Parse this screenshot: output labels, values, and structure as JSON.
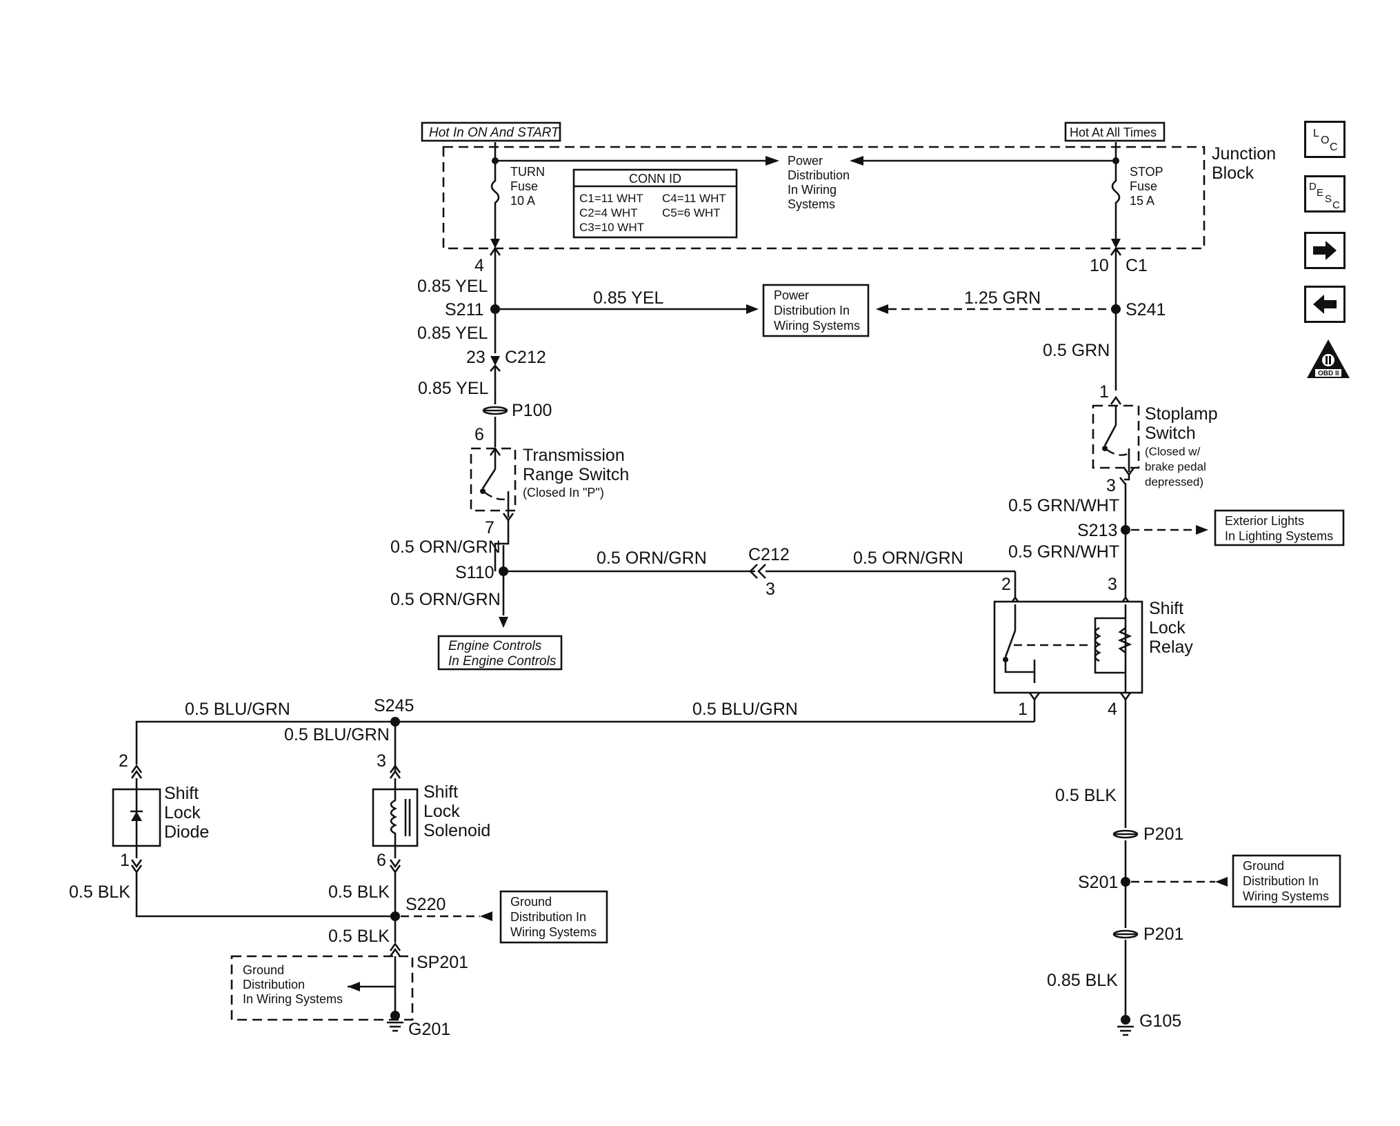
{
  "headers": {
    "hot_on_start": "Hot In ON And START",
    "hot_all_times": "Hot At All Times"
  },
  "junction_block": {
    "label_line1": "Junction",
    "label_line2": "Block",
    "power_dist": [
      "Power",
      "Distribution",
      "In Wiring",
      "Systems"
    ],
    "turn_fuse": [
      "TURN",
      "Fuse",
      "10 A"
    ],
    "stop_fuse": [
      "STOP",
      "Fuse",
      "15 A"
    ],
    "conn_id": {
      "title": "CONN ID",
      "c1": "C1=11 WHT",
      "c4": "C4=11 WHT",
      "c2": "C2=4 WHT",
      "c5": "C5=6 WHT",
      "c3": "C3=10 WHT"
    }
  },
  "left_circuit": {
    "pin4": "4",
    "wire1": "0.85 YEL",
    "splice_s211": "S211",
    "wire2": "0.85 YEL",
    "pin23": "23",
    "conn_c212": "C212",
    "wire3": "0.85 YEL",
    "conn_p100": "P100",
    "pin6": "6",
    "trs": [
      "Transmission",
      "Range Switch",
      "(Closed In \"P\")"
    ],
    "pin7": "7",
    "wire4": "0.5 ORN/GRN",
    "splice_s110": "S110",
    "wire5": "0.5 ORN/GRN",
    "engine_controls": [
      "Engine Controls",
      "In Engine Controls"
    ]
  },
  "middle": {
    "wire_yel": "0.85 YEL",
    "power_box": [
      "Power",
      "Distribution In",
      "Wiring Systems"
    ],
    "wire_grn": "1.25 GRN",
    "wire_orn_left": "0.5 ORN/GRN",
    "conn_c212": "C212",
    "pin3": "3",
    "wire_orn_right": "0.5 ORN/GRN"
  },
  "right_circuit": {
    "pin10": "10",
    "conn_c1": "C1",
    "splice_s241": "S241",
    "wire1": "0.5 GRN",
    "pin1": "1",
    "stoplamp": [
      "Stoplamp",
      "Switch",
      "(Closed w/",
      "brake pedal",
      "depressed)"
    ],
    "pin3": "3",
    "wire2": "0.5 GRN/WHT",
    "splice_s213": "S213",
    "exterior": [
      "Exterior Lights",
      "In Lighting Systems"
    ],
    "wire3": "0.5 GRN/WHT",
    "relay_pin2": "2",
    "relay_pin3": "3",
    "relay": [
      "Shift",
      "Lock",
      "Relay"
    ],
    "relay_pin1": "1",
    "relay_pin4": "4",
    "wire_blk": "0.5 BLK",
    "conn_p201a": "P201",
    "splice_s201": "S201",
    "ground_box": [
      "Ground",
      "Distribution In",
      "Wiring Systems"
    ],
    "conn_p201b": "P201",
    "wire_blk2": "0.85 BLK",
    "ground_g105": "G105"
  },
  "bottom_left": {
    "wire_blu_left": "0.5 BLU/GRN",
    "splice_s245": "S245",
    "wire_blu_mid": "0.5 BLU/GRN",
    "wire_blu_sol": "0.5 BLU/GRN",
    "diode_pin2": "2",
    "diode": [
      "Shift",
      "Lock",
      "Diode"
    ],
    "diode_pin1": "1",
    "wire_diode_blk": "0.5 BLK",
    "sol_pin3": "3",
    "solenoid": [
      "Shift",
      "Lock",
      "Solenoid"
    ],
    "sol_pin6": "6",
    "wire_sol_blk": "0.5 BLK",
    "splice_s220": "S220",
    "ground_box": [
      "Ground",
      "Distribution In",
      "Wiring Systems"
    ],
    "wire_blk3": "0.5 BLK",
    "splice_sp201": "SP201",
    "ground_dashed": [
      "Ground",
      "Distribution",
      "In Wiring Systems"
    ],
    "ground_g201": "G201"
  },
  "nav": {
    "loc_icon_text": "LOC",
    "desc_icon_text": "DESC",
    "obd_text": "OBD II"
  }
}
